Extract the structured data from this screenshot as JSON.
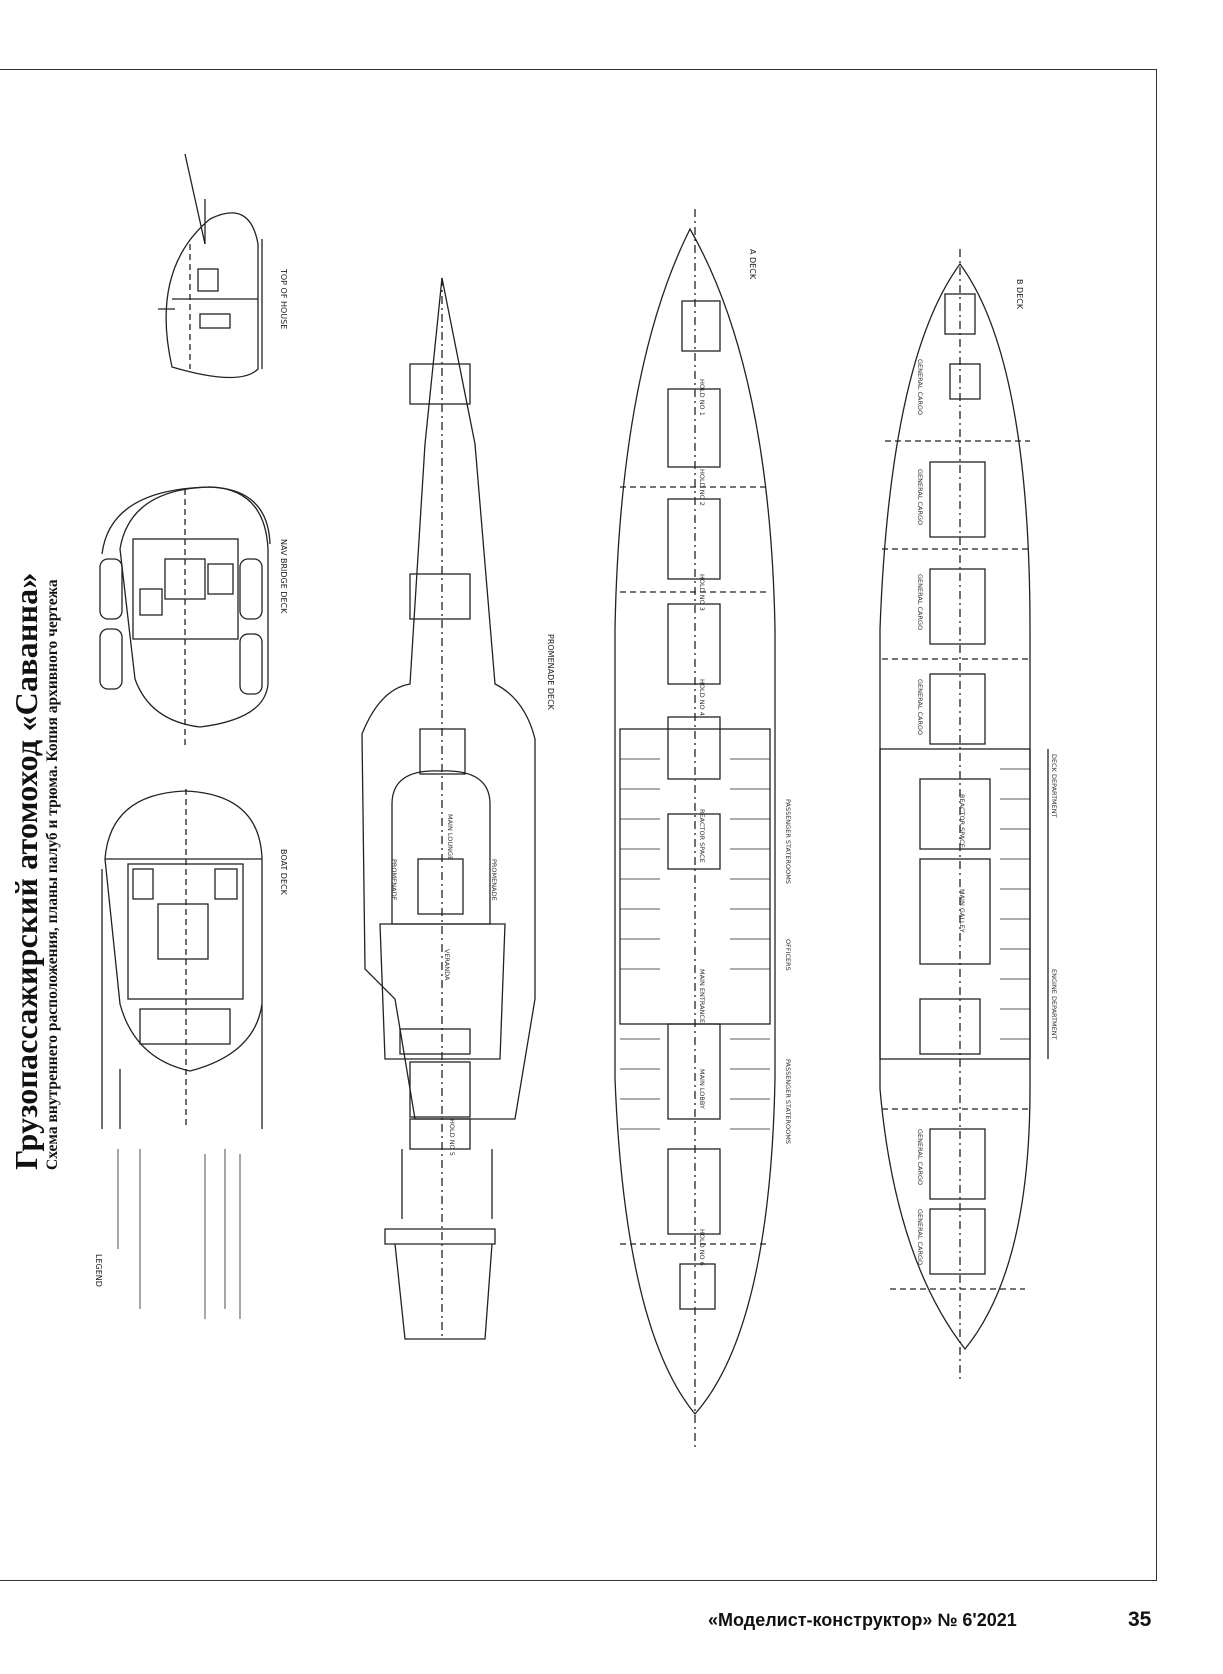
{
  "title": "Грузопассажирский атомоход «Саванна»",
  "subtitle": "Схема внутреннего расположения, планы палуб и трюма. Копия архивного чертежа",
  "footer": {
    "journal": "«Моделист-конструктор» № 6'2021",
    "page_number": "35"
  },
  "decks": {
    "top_of_house": "TOP OF HOUSE",
    "nav_bridge": "NAV BRIDGE DECK",
    "boat": "BOAT DECK",
    "promenade": "PROMENADE DECK",
    "a_deck": "A DECK",
    "b_deck": "B DECK"
  },
  "legend_title": "LEGEND",
  "labels": {
    "main_lounge": "MAIN LOUNGE",
    "veranda": "VERANDA",
    "promenade_word": "PROMENADE",
    "main_lobby": "MAIN LOBBY",
    "main_entrance": "MAIN ENTRANCE",
    "reactor_space": "REACTOR SPACE",
    "main_galley": "MAIN GALLEY",
    "general_cargo": "GENERAL CARGO",
    "hold_no_1": "HOLD NO 1",
    "hold_no_2": "HOLD NO 2",
    "hold_no_3": "HOLD NO 3",
    "hold_no_4": "HOLD NO 4",
    "hold_no_5": "HOLD NO 5",
    "hold_no_6": "HOLD NO 6",
    "passenger_staterooms": "PASSENGER STATEROOMS",
    "officers": "OFFICERS",
    "deck_department": "DECK DEPARTMENT",
    "engine_department": "ENGINE DEPARTMENT"
  }
}
